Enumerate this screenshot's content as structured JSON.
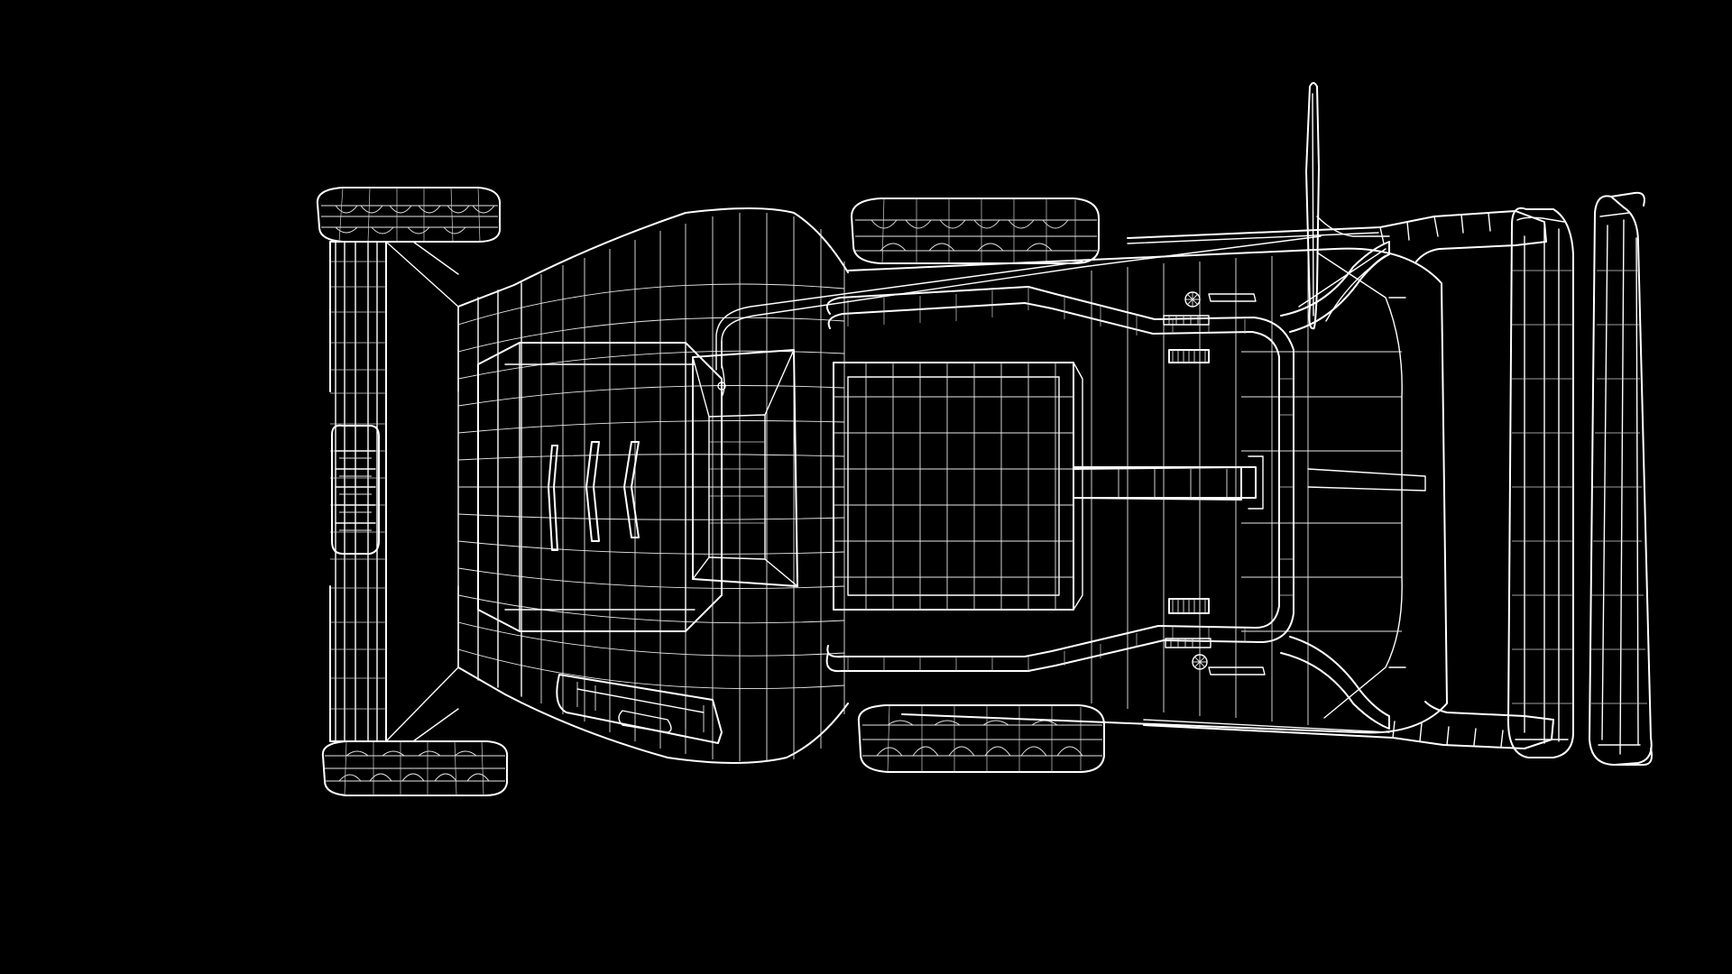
{
  "scene": {
    "subject": "lawn-mower",
    "render_style": "wireframe",
    "view": "top-down",
    "colors": {
      "background": "#000000",
      "wire": "#ffffff"
    }
  }
}
